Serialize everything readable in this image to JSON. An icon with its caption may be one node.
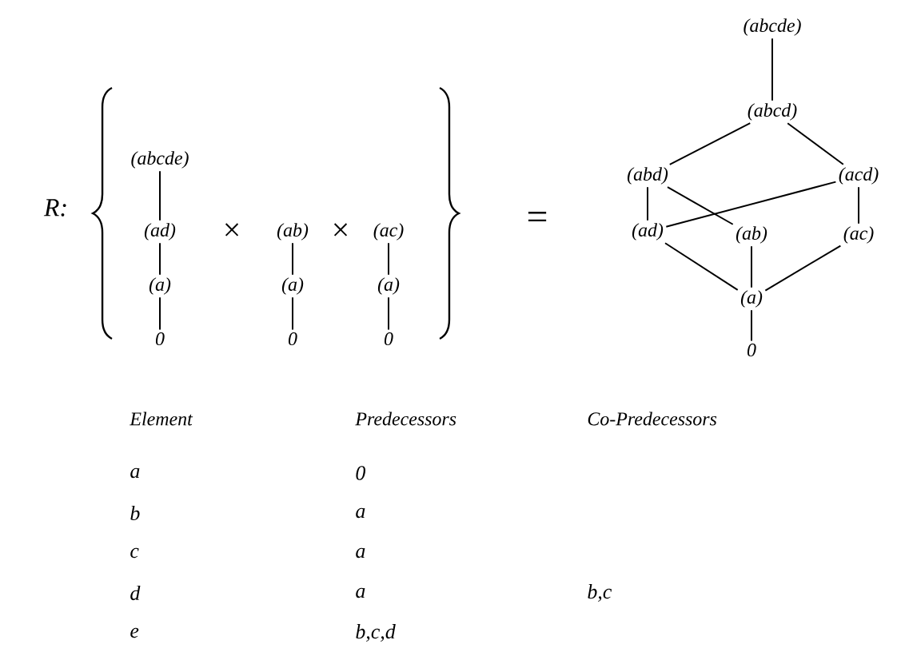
{
  "diagram": {
    "nodes": [
      {
        "text": [
          "(abcde)"
        ]
      },
      {
        "text": [
          "(ad)"
        ]
      },
      {
        "text": [
          "(a)"
        ]
      },
      {
        "text": [
          "0"
        ]
      },
      {
        "text": [
          "(ab)"
        ]
      },
      {
        "text": [
          "(a)"
        ]
      },
      {
        "text": [
          "0"
        ]
      },
      {
        "text": [
          "(ac)"
        ]
      },
      {
        "text": [
          "(a)"
        ]
      },
      {
        "text": [
          "0"
        ]
      },
      {
        "text": [
          "(abcde)"
        ]
      },
      {
        "text": [
          "(abcd)"
        ]
      },
      {
        "text": [
          "(abd)"
        ]
      },
      {
        "text": [
          "(acd)"
        ]
      },
      {
        "text": [
          "(ad)"
        ]
      },
      {
        "text": [
          "(ab)"
        ]
      },
      {
        "text": [
          "(ac)"
        ]
      },
      {
        "text": [
          "(a)"
        ]
      },
      {
        "text": [
          "0"
        ]
      }
    ],
    "edges": [
      {
        "from": 0,
        "to": 1,
        "arrow": "none"
      },
      {
        "from": 1,
        "to": 2,
        "arrow": "none"
      },
      {
        "from": 2,
        "to": 3,
        "arrow": "none"
      },
      {
        "from": 4,
        "to": 5,
        "arrow": "none"
      },
      {
        "from": 5,
        "to": 6,
        "arrow": "none"
      },
      {
        "from": 7,
        "to": 8,
        "arrow": "none"
      },
      {
        "from": 8,
        "to": 9,
        "arrow": "none"
      },
      {
        "from": 10,
        "to": 11,
        "arrow": "none"
      },
      {
        "from": 11,
        "to": 12,
        "arrow": "none"
      },
      {
        "from": 11,
        "to": 13,
        "arrow": "none"
      },
      {
        "from": 12,
        "to": 14,
        "arrow": "none"
      },
      {
        "from": 12,
        "to": 15,
        "arrow": "none"
      },
      {
        "from": 13,
        "to": 14,
        "arrow": "none"
      },
      {
        "from": 13,
        "to": 16,
        "arrow": "none"
      },
      {
        "from": 14,
        "to": 17,
        "arrow": "none"
      },
      {
        "from": 15,
        "to": 17,
        "arrow": "none"
      },
      {
        "from": 16,
        "to": 17,
        "arrow": "none"
      },
      {
        "from": 17,
        "to": 18,
        "arrow": "none"
      }
    ],
    "labels": [
      "R:",
      "×",
      "×",
      "=",
      "Element",
      "Predecessors",
      "Co-Predecessors",
      "a",
      "0",
      "b",
      "a",
      "c",
      "a",
      "d",
      "a",
      "b,c",
      "e",
      "b,c,d"
    ]
  }
}
